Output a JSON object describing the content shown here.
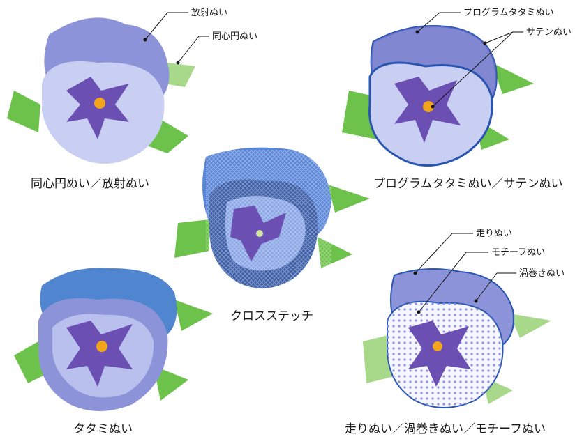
{
  "captions": {
    "top_left": "同心円ぬい／放射ぬい",
    "top_right": "プログラムタタミぬい／サテンぬい",
    "center": "クロスステッチ",
    "bottom_left": "タタミぬい",
    "bottom_right": "走りぬい／渦巻きぬい／モチーフぬい"
  },
  "labels": {
    "radial": "放射ぬい",
    "concentric": "同心円ぬい",
    "program_tatami": "プログラムタタミぬい",
    "satin": "サテンぬい",
    "running": "走りぬい",
    "motif": "モチーフぬい",
    "spiral": "渦巻きぬい"
  },
  "colors": {
    "leaf": "#6cc24a",
    "leaf_light": "#a8d98a",
    "petal_lavender": "#8d93d8",
    "petal_light": "#c9cff2",
    "petal_blue": "#4f86cf",
    "petal_purple": "#6b4fb2",
    "center_orange": "#f2a51c",
    "outline_blue": "#2a55b0",
    "cross_blue": "#5a86d8",
    "cross_dark": "#3c5fa8"
  }
}
